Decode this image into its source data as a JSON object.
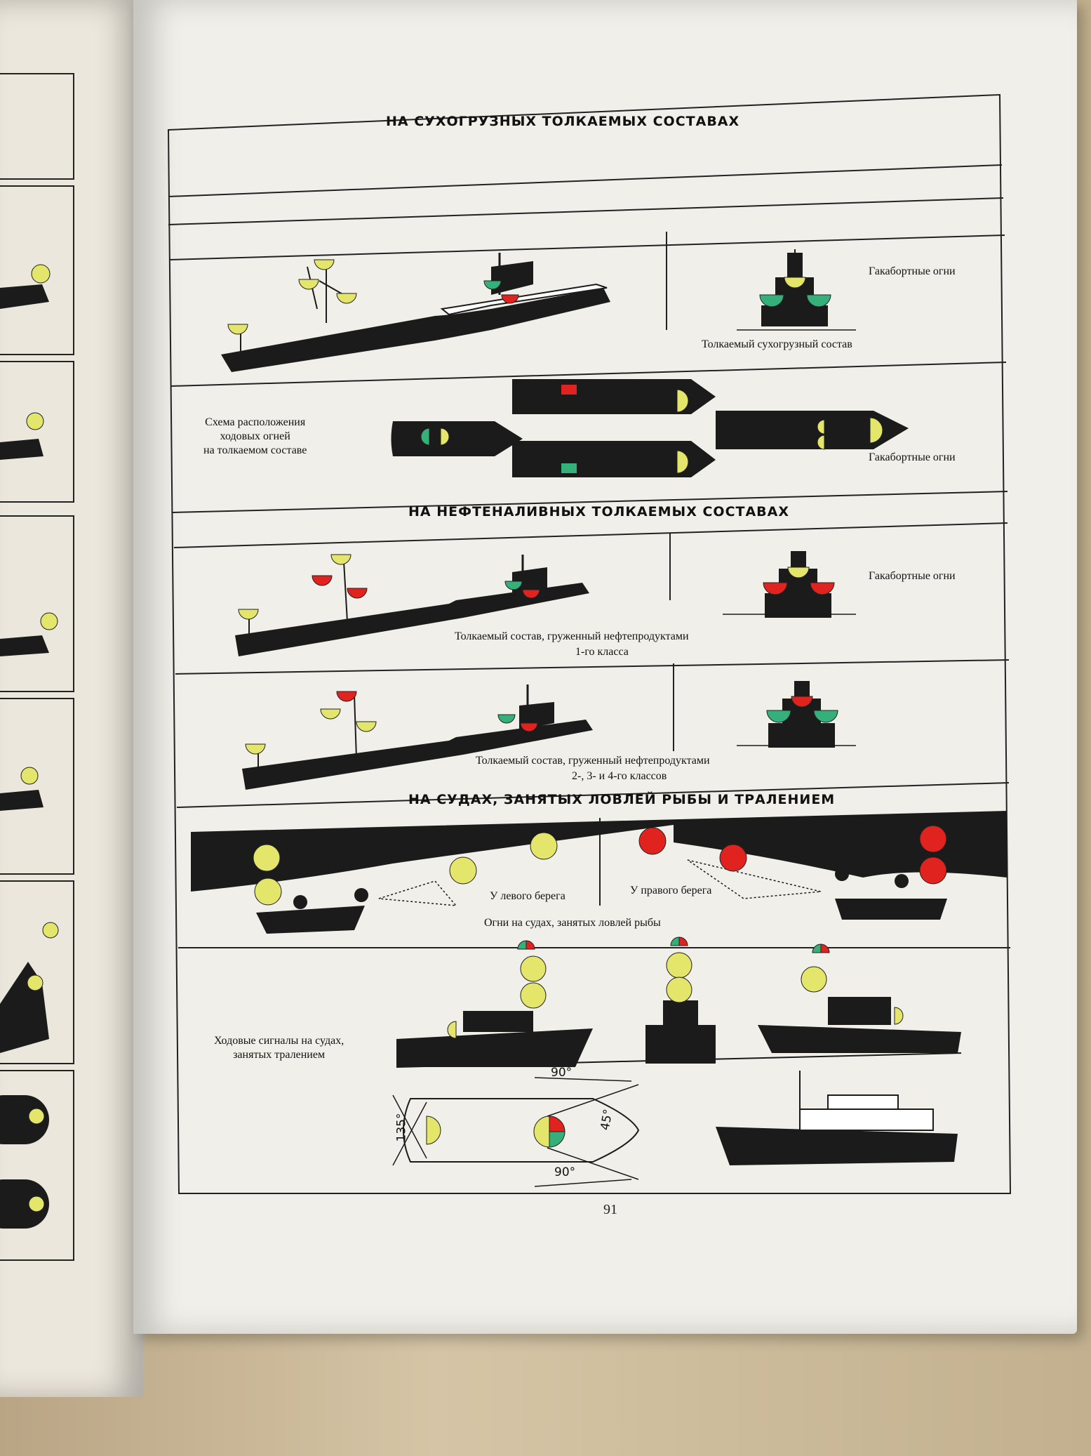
{
  "section1": {
    "title": "НА СУХОГРУЗНЫХ ТОЛКАЕМЫХ СОСТАВАХ",
    "stern_lights_1": "Гакабортные огни",
    "caption_1": "Толкаемый сухогрузный состав",
    "scheme_caption": [
      "Схема расположения",
      "ходовых огней",
      "на толкаемом составе"
    ],
    "stern_lights_2": "Гакабортные огни"
  },
  "section2": {
    "title": "НА НЕФТЕНАЛИВНЫХ ТОЛКАЕМЫХ СОСТАВАХ",
    "stern_lights": "Гакабортные огни",
    "caption_1a": "Толкаемый состав, груженный нефтепродуктами",
    "caption_1b": "1-го класса",
    "caption_2a": "Толкаемый состав, груженный нефтепродуктами",
    "caption_2b": "2-, 3- и 4-го классов"
  },
  "section3": {
    "title": "НА СУДАХ, ЗАНЯТЫХ ЛОВЛЕЙ РЫБЫ И ТРАЛЕНИЕМ",
    "left_bank": "У левого берега",
    "right_bank": "У правого берега",
    "fishing_caption": "Огни на судах, занятых ловлей рыбы",
    "trawl_caption": [
      "Ходовые сигналы на судах,",
      "занятых тралением"
    ],
    "angle_135": "135°",
    "angle_45": "45°",
    "angle_90_top": "90°",
    "angle_90_bottom": "90°"
  },
  "page_number": "91",
  "colors": {
    "yellow": "#e3e66a",
    "red": "#e0231f",
    "green": "#35b07a",
    "ink": "#1b1b1b",
    "paper": "#f1efe9"
  }
}
